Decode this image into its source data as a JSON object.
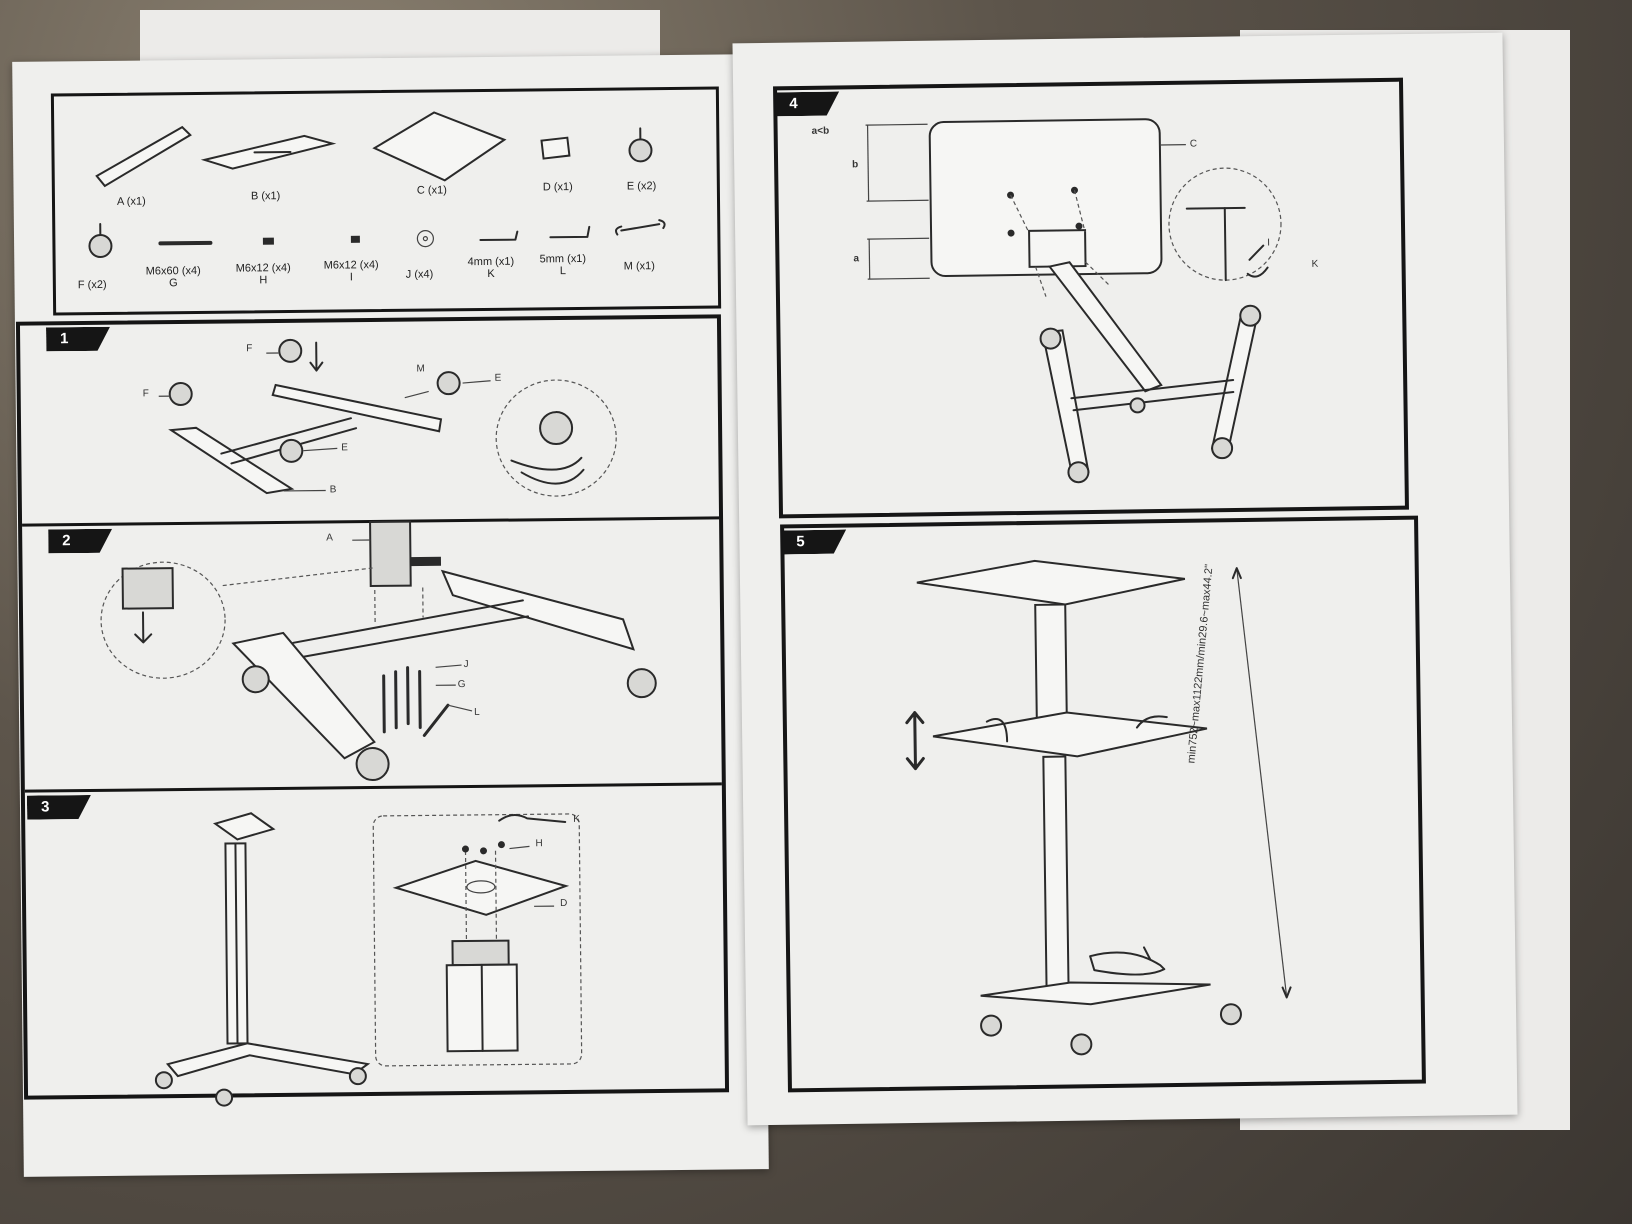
{
  "parts": [
    {
      "id": "part-a",
      "label": "A (x1)"
    },
    {
      "id": "part-b",
      "label": "B (x1)"
    },
    {
      "id": "part-c",
      "label": "C (x1)"
    },
    {
      "id": "part-d",
      "label": "D (x1)"
    },
    {
      "id": "part-e",
      "label": "E (x2)"
    },
    {
      "id": "part-f",
      "label": "F (x2)"
    },
    {
      "id": "part-g",
      "label": "M6x60 (x4)",
      "sub": "G"
    },
    {
      "id": "part-h",
      "label": "M6x12 (x4)",
      "sub": "H"
    },
    {
      "id": "part-i",
      "label": "M6x12 (x4)",
      "sub": "I"
    },
    {
      "id": "part-j",
      "label": "J (x4)"
    },
    {
      "id": "part-k",
      "label": "4mm (x1)",
      "sub": "K"
    },
    {
      "id": "part-l",
      "label": "5mm (x1)",
      "sub": "L"
    },
    {
      "id": "part-m",
      "label": "M (x1)"
    }
  ],
  "steps": {
    "s1": {
      "num": "1",
      "labels": {
        "f1": "F",
        "f2": "F",
        "m": "M",
        "e1": "E",
        "e2": "E",
        "b": "B"
      }
    },
    "s2": {
      "num": "2",
      "labels": {
        "a": "A",
        "j": "J",
        "g": "G",
        "l": "L"
      }
    },
    "s3": {
      "num": "3",
      "labels": {
        "k": "K",
        "h": "H",
        "d": "D"
      }
    },
    "s4": {
      "num": "4",
      "labels": {
        "ab": "a<b",
        "b": "b",
        "a": "a",
        "c": "C",
        "i": "I",
        "k": "K"
      }
    },
    "s5": {
      "num": "5",
      "height": "min752~max1122mm/min29.6~max44.2\""
    }
  }
}
